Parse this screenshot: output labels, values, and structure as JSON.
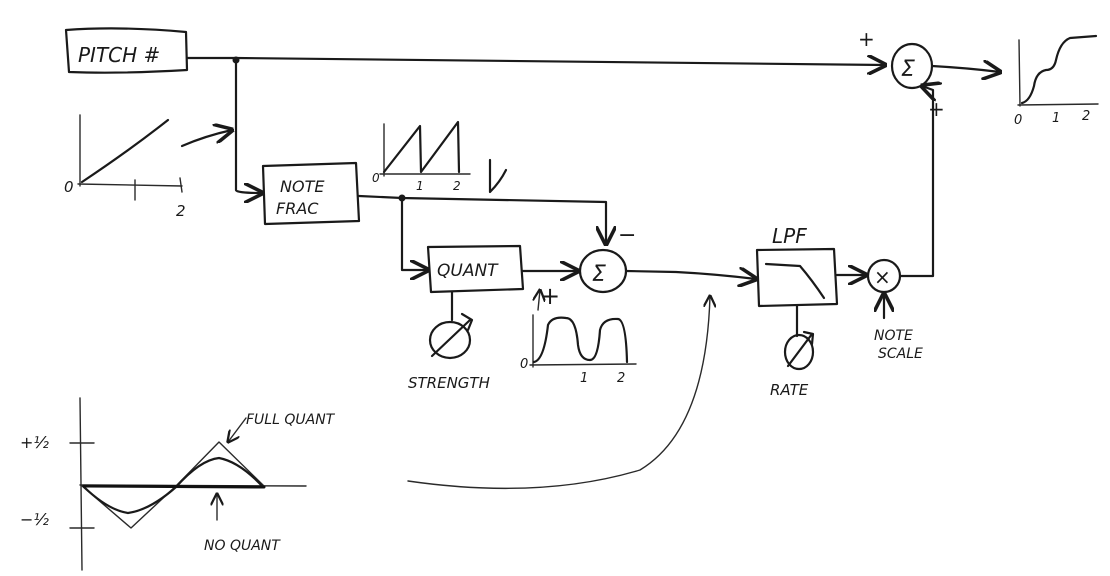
{
  "blocks": {
    "pitch": "PITCH #",
    "note_frac_line1": "NOTE",
    "note_frac_line2": "FRAC",
    "quant": "QUANT",
    "lpf": "LPF"
  },
  "sum_symbol": "Σ",
  "mult_symbol": "×",
  "signs": {
    "top_sum_plus_left": "+",
    "top_sum_plus_bottom": "+",
    "mid_sum_minus": "−",
    "mid_sum_plus": "+"
  },
  "knobs": {
    "strength": "STRENGTH",
    "rate": "RATE",
    "note_scale_line1": "NOTE",
    "note_scale_line2": "SCALE"
  },
  "plots": {
    "ramp_input": {
      "origin": "0",
      "tick": "2"
    },
    "sawtooth": {
      "origin": "0",
      "tick1": "1",
      "tick2": "2"
    },
    "pulses": {
      "origin": "0",
      "tick1": "1",
      "tick2": "2"
    },
    "staircase": {
      "tick0": "0",
      "tick1": "1",
      "tick2": "2"
    }
  },
  "error_plot": {
    "y_top": "+½",
    "y_bottom": "−½",
    "full_quant": "FULL QUANT",
    "no_quant": "NO QUANT"
  }
}
